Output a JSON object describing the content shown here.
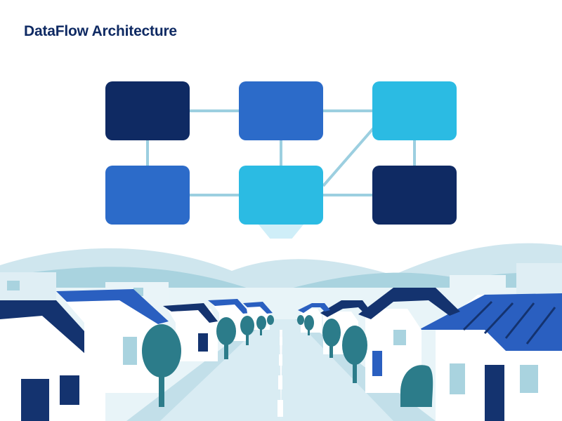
{
  "page": {
    "title": "DataFlow Architecture"
  },
  "colors": {
    "title": "#0f2a63",
    "navy": "#0f2a63",
    "blue": "#2c6bc9",
    "cyan": "#2bbbe3",
    "connector": "#9ccfe0",
    "hills_far": "#cfe6ee",
    "hills_mid": "#a9d3df",
    "road": "#d9ecf3",
    "roof_dark": "#14336f",
    "roof_blue": "#2a5fc0",
    "tree": "#2c7c8a"
  },
  "diagram": {
    "nodes": [
      {
        "id": "n1",
        "color": "navy"
      },
      {
        "id": "n2",
        "color": "blue"
      },
      {
        "id": "n3",
        "color": "cyan"
      },
      {
        "id": "n4",
        "color": "blue"
      },
      {
        "id": "n5",
        "color": "cyan"
      },
      {
        "id": "n6",
        "color": "navy"
      }
    ],
    "edges": [
      [
        "n1",
        "n2"
      ],
      [
        "n2",
        "n3"
      ],
      [
        "n1",
        "n4"
      ],
      [
        "n2",
        "n5"
      ],
      [
        "n3",
        "n6"
      ],
      [
        "n4",
        "n5"
      ],
      [
        "n5",
        "n6"
      ],
      [
        "n3",
        "n5"
      ]
    ],
    "output_funnel": {
      "from": "n5"
    }
  },
  "scene": {
    "description_icon": "village-street-illustration"
  }
}
